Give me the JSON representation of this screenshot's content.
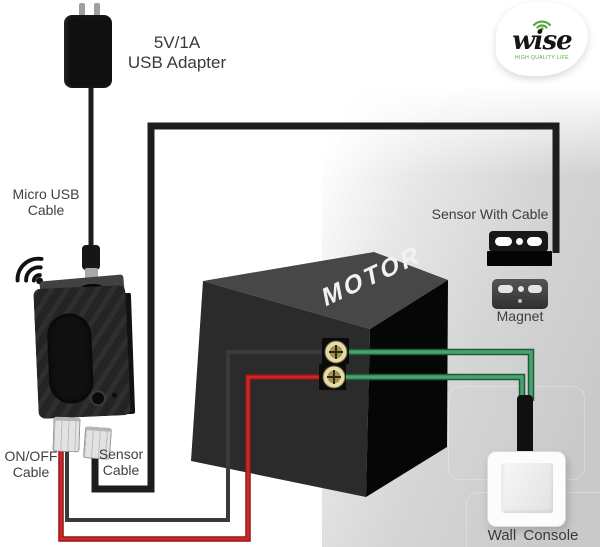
{
  "diagram": {
    "title_hint": "smart switch motor wiring diagram",
    "labels": {
      "adapter_line1": "5V/1A",
      "adapter_line2": "USB Adapter",
      "micro_usb_line1": "Micro USB",
      "micro_usb_line2": "Cable",
      "onoff_line1": "ON/OFF",
      "onoff_line2": "Cable",
      "sensor_cable_line1": "Sensor",
      "sensor_cable_line2": "Cable",
      "motor": "MOTOR",
      "sensor_with_cable": "Sensor With Cable",
      "magnet": "Magnet",
      "wall_console": "Wall  Console"
    },
    "logo": {
      "brand": "wise",
      "tagline": "HIGH QUALITY LIFE"
    },
    "colors": {
      "wire-black": "#1d1d1d",
      "wire-black-thin": "#3a3a3a",
      "wire-red": "#cf2626",
      "wire-red-dark": "#8a1717",
      "wire-green": "#4aa172",
      "wire-green-dark": "#1e5c38",
      "terminal-gold-outer": "#e6dcab",
      "terminal-gold-inner": "#a3924f",
      "logo-green": "#55a73c"
    }
  }
}
